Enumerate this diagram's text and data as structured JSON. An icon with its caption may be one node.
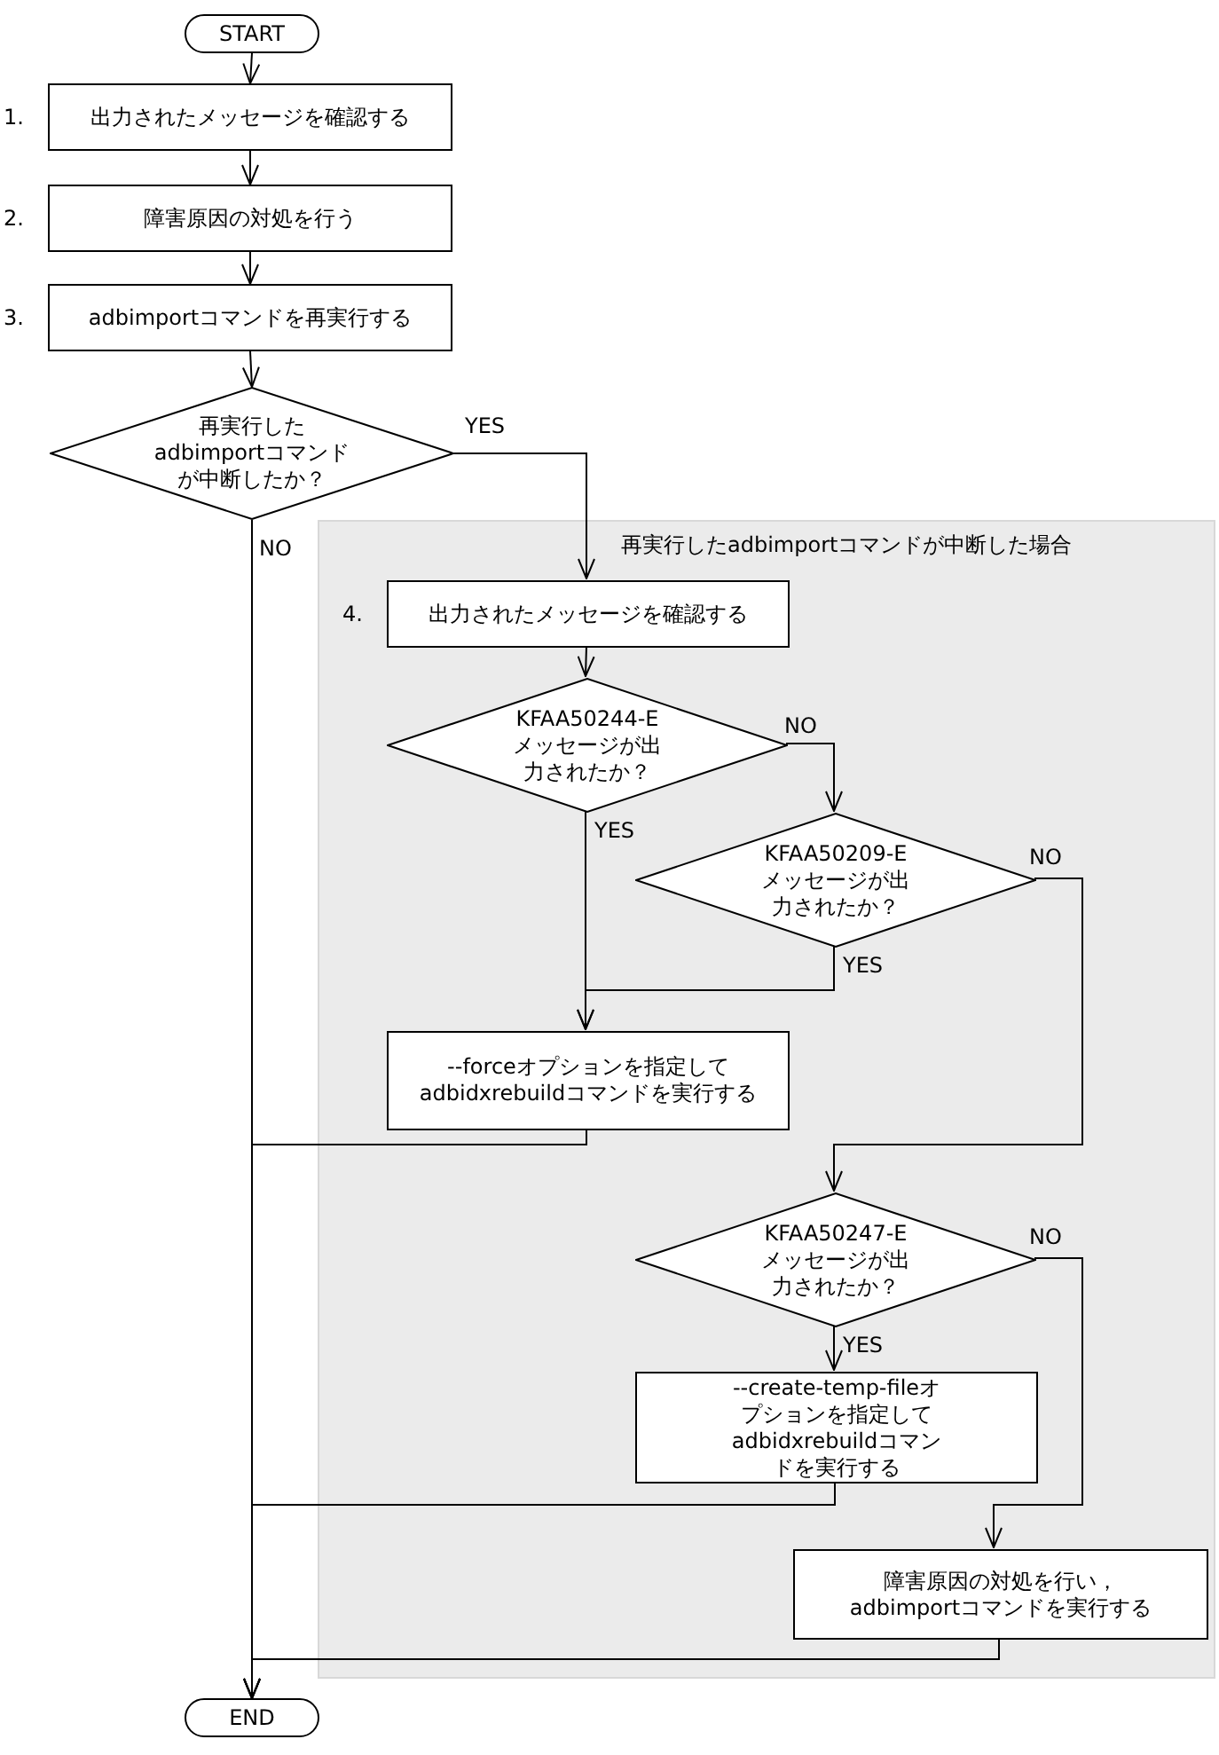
{
  "diagram": {
    "nodes": [
      {
        "text": [
          "START"
        ]
      },
      {
        "text": [
          "出力されたメッセージを確認する"
        ],
        "beside": [
          "1."
        ]
      },
      {
        "text": [
          "障害原因の対処を行う"
        ],
        "beside": [
          "2."
        ]
      },
      {
        "text": [
          "adbimportコマンドを再実行する"
        ],
        "beside": [
          "3."
        ]
      },
      {
        "text": [
          "再実行したadbimportコマンドが中断したか？"
        ]
      },
      {
        "text": [
          "再実行したadbimportコマンドが中断した場合"
        ]
      },
      {
        "text": [
          "出力されたメッセージを確認する"
        ],
        "beside": [
          "4."
        ],
        "in": 5
      },
      {
        "text": [
          "KFAA50244-Eメッセージが出力されたか？"
        ],
        "in": 5
      },
      {
        "text": [
          "KFAA50209-Eメッセージが出力されたか？"
        ],
        "in": 5
      },
      {
        "text": [
          "--forceオプションを指定してadbidxrebuildコマンドを実行する"
        ],
        "in": 5
      },
      {
        "text": [
          "KFAA50247-Eメッセージが出力されたか？"
        ],
        "in": 5
      },
      {
        "text": [
          "--create-temp-fileオプションを指定してadbidxrebuildコマンドを実行する"
        ],
        "in": 5
      },
      {
        "text": [
          "障害原因の対処を行い，adbimportコマンドを実行する"
        ],
        "in": 5
      },
      {
        "text": [
          "END"
        ]
      }
    ],
    "edges": [
      {
        "from": 0,
        "to": 1,
        "arrow": "to"
      },
      {
        "from": 1,
        "to": 2,
        "arrow": "to"
      },
      {
        "from": 2,
        "to": 3,
        "arrow": "to"
      },
      {
        "from": 3,
        "to": 4,
        "arrow": "to"
      },
      {
        "from": 4,
        "to": 6,
        "arrow": "to",
        "label": "YES"
      },
      {
        "from": 4,
        "to": 13,
        "arrow": "to",
        "label": "NO"
      },
      {
        "from": 6,
        "to": 7,
        "arrow": "to"
      },
      {
        "from": 7,
        "to": 8,
        "arrow": "to",
        "label": "NO"
      },
      {
        "from": 7,
        "to": 9,
        "arrow": "to",
        "label": "YES"
      },
      {
        "from": 8,
        "to": 9,
        "arrow": "to",
        "label": "YES"
      },
      {
        "from": 8,
        "to": 10,
        "arrow": "to",
        "label": "NO"
      },
      {
        "from": 9,
        "to": 13,
        "arrow": "to"
      },
      {
        "from": 10,
        "to": 11,
        "arrow": "to",
        "label": "YES"
      },
      {
        "from": 10,
        "to": 12,
        "arrow": "to",
        "label": "NO"
      },
      {
        "from": 11,
        "to": 13,
        "arrow": "to"
      },
      {
        "from": 12,
        "to": 13,
        "arrow": "to"
      }
    ]
  }
}
